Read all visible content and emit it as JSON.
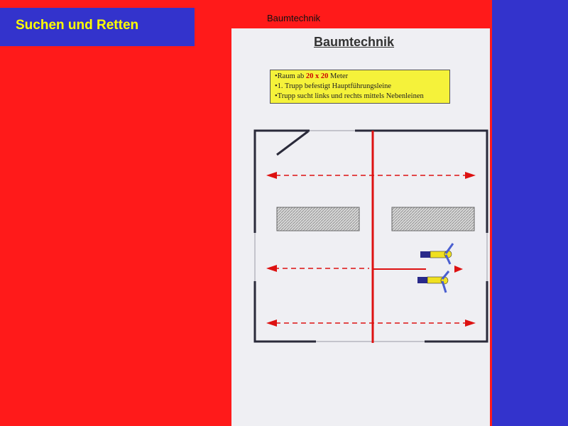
{
  "slide": {
    "title": "Suchen und Retten",
    "caption": "Baumtechnik"
  },
  "sheet": {
    "heading": "Baumtechnik",
    "info": {
      "line1_prefix": "•Raum ab ",
      "line1_size": "20 x 20",
      "line1_suffix": " Meter",
      "line2": "•1. Trupp befestigt Hauptführungsleine",
      "line3": "•Trupp sucht links und rechts mittels Nebenleinen"
    }
  },
  "colors": {
    "background": "#ff1a1a",
    "band": "#3333cc",
    "title_text": "#ffff00",
    "main_line": "#dd1111",
    "wall": "#2a2a3a",
    "note": "#f5f23a"
  },
  "icons": [
    "door-icon",
    "obstacle-icon",
    "firefighter-icon",
    "arrow-icon"
  ]
}
